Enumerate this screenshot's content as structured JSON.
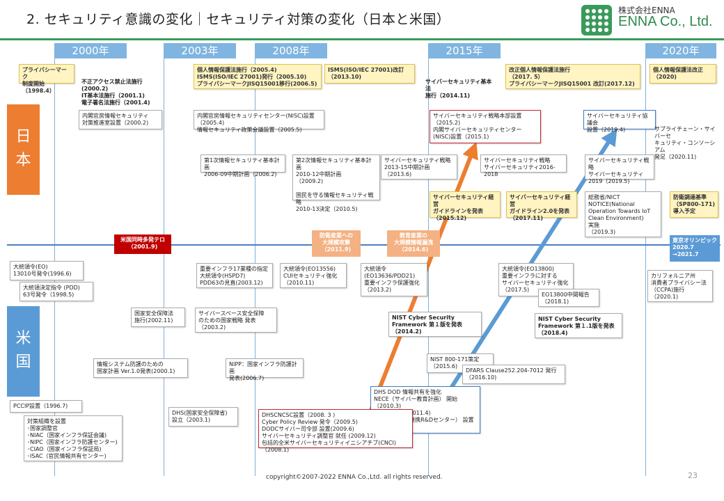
{
  "title": "2. セキュリティ意識の変化｜セキュリティ対策の変化（日本と米国）",
  "logo": {
    "company_small": "株式会社ENNA",
    "company_big": "ENNA Co., Ltd."
  },
  "years": [
    "2000年",
    "2003年",
    "2008年",
    "2015年",
    "2020年"
  ],
  "side_labels": {
    "japan": [
      "日",
      "本"
    ],
    "us": [
      "米",
      "国"
    ]
  },
  "colors": {
    "japan": "#ed7d31",
    "us": "#5b9bd5",
    "red": "#c00000",
    "year": "#7fb5e0",
    "brand": "#3a9a5a"
  },
  "japan": {
    "j1": "プライバシーマーク\n制度開始（1998.4）",
    "j2": "不正アクセス禁止法施行(2000.2)\nIT基本法施行（2001.1)\n電子署名法施行（2001.4)",
    "j3": "個人情報保護法施行（2005.4)\nISMS(ISO/IEC 27001)発行（2005.10)\nプライバシーマークJISQ15001移行(2006.5)",
    "j4": "ISMS(ISO/IEC 27001)改訂\n（2013.10)",
    "j5": "サイバーセキュリティ基本法\n施行（2014.11)",
    "j6": "改正個人情報保護法施行\n（2017. 5）\nプライバシーマークJISQ15001 改訂(2017.12)",
    "j7": "個人情報保護法改正\n（2020)",
    "j8": "内閣官房情報セキュリティ\n対策推進室設置（2000.2)",
    "j9": "内閣官房情報セキュリティセンター(NISC)設置（2005.4)\n情報セキュリティ政策会議設置（2005.5)",
    "j10": "サイバーセキュリティ戦略本部設置\n（2015.2)\n内閣サイバーセキュリティセンター\n(NISC)設置（2015.1)",
    "j11": "サイバーセキュリティ協議会\n設置（2019.4)",
    "j12": "サプライチェーン・サイバーセ\nキュリティ・コンソーシアム\n発足（2020.11)",
    "j13": "第1次情報セキュリティ基本計画\n2006-09中期計画（2006.2)",
    "j14": "第2次情報セキュリティ基本計画\n2010-12中期計画\n（2009.2)\n\n国民を守る情報セキュリティ戦略\n2010-13決定（2010.5)",
    "j15": "サイバーセキュリティ戦略\n2013-15中期計画\n（2013.6)",
    "j16": "サイバーセキュリティ戦略\nサイバーセキュリティ2016-2018",
    "j17": "サイバーセキュリティ戦略\nサイバーセキュリティ\n2019（2019.5)",
    "j18": "サイバーセキュリティ経営\nガイドラインを発表\n（2015.12)",
    "j19": "サイバーセキュリティ経営\nガイドライン2.0を発表\n（2017.11)",
    "j20": "総務省/NICT\nNOTICE(National\nOperation Towards IoT\nClean Environment)\n実施\n（2019.3)",
    "j21": "防衛調達基準\n（SP800-171)\n導入予定"
  },
  "events": {
    "e1": "米国同時多発テロ\n（2001.9)",
    "e2": "防衛産業への\n大規模攻撃\n（2011.9)",
    "e3": "教育産業の\n大規模情報漏洩\n（2014.6)",
    "e4": "東京オリンピック\n2020.7\n→2021.7"
  },
  "us": {
    "u1": "大統領令(EO)\n13010号発令(1996.6)",
    "u2": "大統領決定指令 (PDD)\n63号発令（1998.5)",
    "u3": "重要インフラ17業種の指定\n大統領令(HSPD7)\nPDD63の見直(2003.12)",
    "u4": "大統領令(EO13556)\nCUIセキュリティ強化\n（2010.11)",
    "u5": "大統領令\n(EO13636/PDD21)\n重要インフラ保護強化\n（2013.2)",
    "u6": "大統領令(EO13800)\n重要インフラに対する\nサイバーセキュリティ強化\n（2017.5)",
    "u7": "EO13800中間報告\n（2018.1)",
    "u8": "カリフォルニア州\n消費者プライバシー法\n（CCPA)施行\n（2020.1)",
    "u9": "国家安全保障法\n施行(2002.11)",
    "u10": "サイバースペース安全保障\nのための国家戦略 発表\n（2003.2)",
    "u11": "NIST Cyber Security\nFramework 第１版を発表\n（2014.2)",
    "u12": "NIST Cyber Security\nFramework 第１.1版を発表\n（2018.4)",
    "u13": "NIST 800-171策定\n（2015.6)",
    "u14": "DFARS Clause252.204-7012 発行\n（2016.10)",
    "u15": "情報システム防護のための\n国家計画 Ver.1.0発表(2000.1)",
    "u16": "NIPP：国家インフラ防護計画\n発表(2006.7)",
    "u17": "DHS DOD 情報共有を強化\nNECE（サイバー教育計画） 開始\n（2010.3)\nNSTIC 発表（2011.4)\nNCCoE（官民連携R&Dセンター） 設置\n（2012.3)",
    "u18": "PCCIP設置（1996.7)",
    "u19": "対策組織を設置\n･国家調整官\n･NIAC（国家インフラ保証会議)\n･NIPC（国家インフラ防護センター)\n･CIAO（国家インフラ保証局)\n･ISAC（官民情報共有センター)",
    "u20": "DHS(国家安全保障省)\n設立（2003.1)",
    "u21": "DHSCNCSC設置（2008. 3 )\nCyber Policy Review 発令（2009.5)\nDODCサイバー司令部 設置(2009.6)\nサイバーセキュリティ調整官 就任 (2009.12)\n包括的全米サイバーセキュリティイニシアチブ(CNCI)（2008.1)"
  },
  "footer": "copyright©2007-2022 ENNA Co.,Ltd. all rights reserved.",
  "page_number": "23"
}
